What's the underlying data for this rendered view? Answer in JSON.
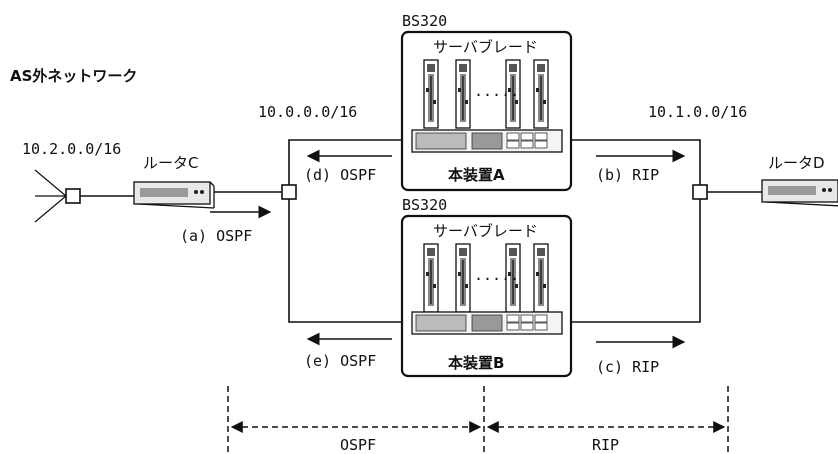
{
  "diagram": {
    "external_network_label": "AS外ネットワーク",
    "networks": {
      "left": "10.2.0.0/16",
      "middle": "10.0.0.0/16",
      "right": "10.1.0.0/16"
    },
    "devices": {
      "router_c": "ルータC",
      "router_d": "ルータD",
      "chassis_top_model": "BS320",
      "chassis_bottom_model": "BS320",
      "server_blade_label_top": "サーバブレード",
      "server_blade_label_bottom": "サーバブレード",
      "device_a": "本装置A",
      "device_b": "本装置B",
      "blade_ellipsis": "....."
    },
    "flows": {
      "a": "(a) OSPF",
      "b": "(b) RIP",
      "c": "(c) RIP",
      "d": "(d) OSPF",
      "e": "(e) OSPF"
    },
    "domains": {
      "left": "OSPF",
      "right": "RIP"
    }
  }
}
